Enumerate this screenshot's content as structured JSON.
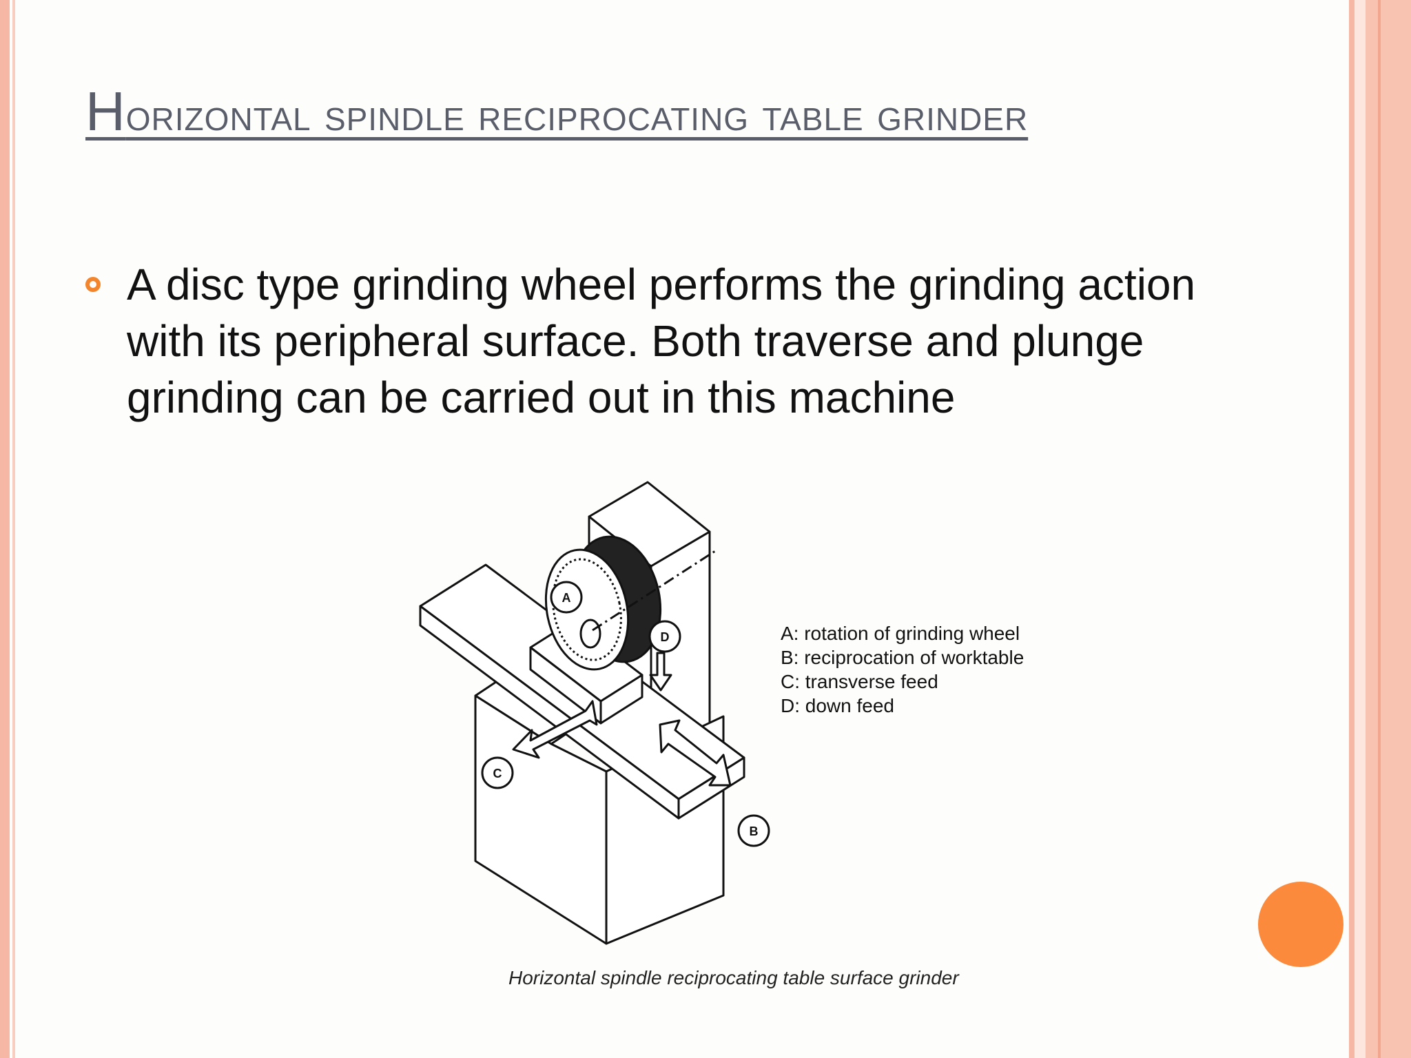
{
  "slide": {
    "title_first": "H",
    "title_rest": "orizontal spindle reciprocating table grinder",
    "bullet": "A disc type grinding wheel performs the grinding action with its peripheral surface. Both traverse and plunge grinding can be carried out in this machine"
  },
  "figure": {
    "markers": {
      "a": "A",
      "b": "B",
      "c": "C",
      "d": "D"
    },
    "legend": [
      "A: rotation of grinding wheel",
      "B: reciprocation of worktable",
      "C: transverse feed",
      "D: down feed"
    ],
    "caption": "Horizontal spindle reciprocating table surface grinder"
  },
  "colors": {
    "accent": "#f3852d",
    "title": "#5a5e6a",
    "border": "#f7b9a6"
  }
}
